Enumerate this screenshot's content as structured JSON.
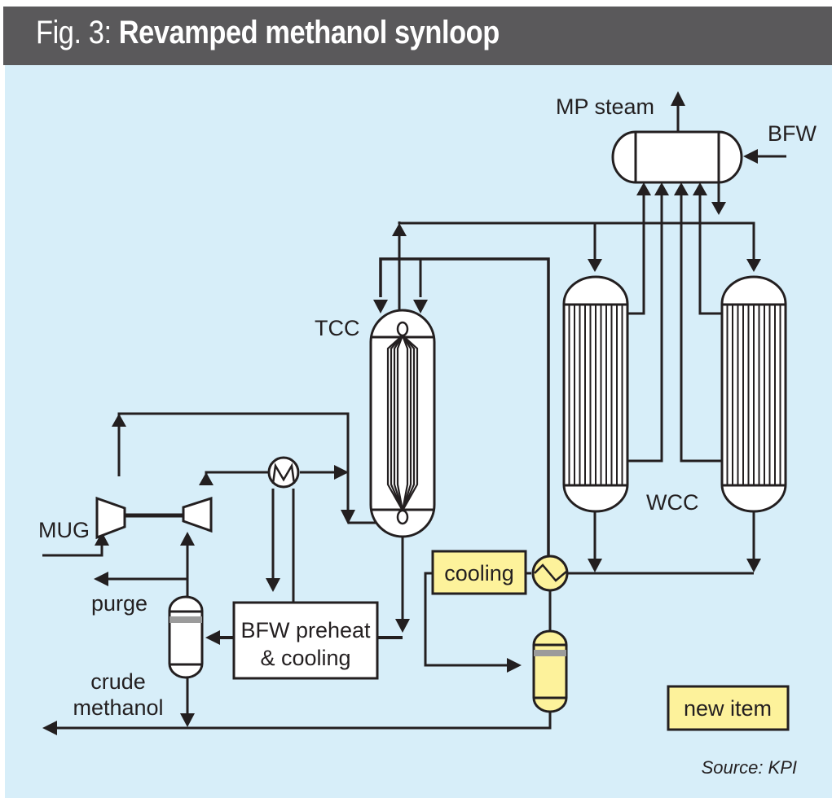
{
  "figure": {
    "prefix": "Fig. 3: ",
    "title": "Revamped methanol synloop",
    "source": "Source: KPI"
  },
  "colors": {
    "header_bg": "#5a595b",
    "canvas_bg": "#d7eef9",
    "new_item_fill": "#fdf29b",
    "line": "#231f20",
    "equipment_fill": "#ffffff",
    "packing_band": "#9b9b9b"
  },
  "labels": {
    "mp_steam": "MP steam",
    "bfw": "BFW",
    "tcc": "TCC",
    "wcc": "WCC",
    "mug": "MUG",
    "purge": "purge",
    "crude_line1": "crude",
    "crude_line2": "methanol",
    "bfw_preheat_line1": "BFW preheat",
    "bfw_preheat_line2": "& cooling",
    "cooling": "cooling",
    "new_item": "new item"
  },
  "equipment": [
    {
      "id": "steam-drum",
      "name": "Steam drum",
      "new": false
    },
    {
      "id": "tcc",
      "name": "TCC reactor",
      "new": false
    },
    {
      "id": "wcc-1",
      "name": "WCC reactor 1",
      "new": false
    },
    {
      "id": "wcc-2",
      "name": "WCC reactor 2",
      "new": false
    },
    {
      "id": "mug-compressor",
      "name": "Make-up gas compressor",
      "new": false
    },
    {
      "id": "recycle-compressor",
      "name": "Recycle compressor",
      "new": false
    },
    {
      "id": "feed-effluent-exchanger",
      "name": "Feed/effluent heat exchanger",
      "new": false
    },
    {
      "id": "bfw-preheat-cooling",
      "name": "BFW preheat & cooling",
      "new": false
    },
    {
      "id": "separator-1",
      "name": "Separator",
      "new": false
    },
    {
      "id": "new-exchanger",
      "name": "WCC effluent heat exchanger",
      "new": true
    },
    {
      "id": "cooling",
      "name": "cooling",
      "new": true
    },
    {
      "id": "separator-2",
      "name": "New separator",
      "new": true
    }
  ],
  "legend": {
    "new_item_label": "new item"
  }
}
